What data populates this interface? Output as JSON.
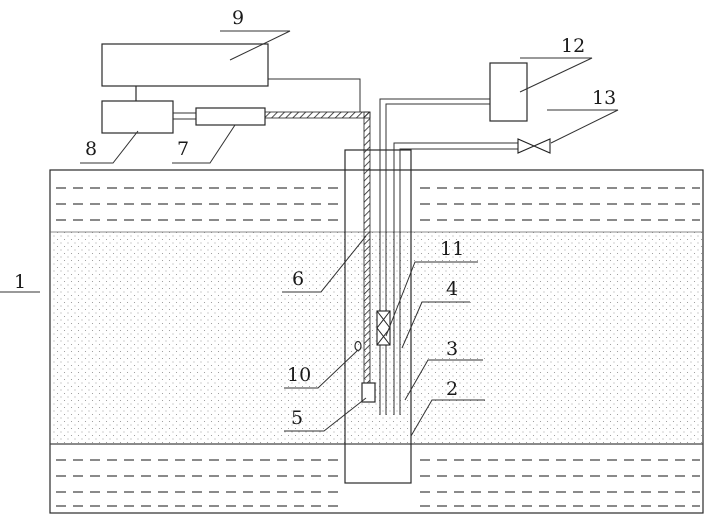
{
  "labels": {
    "l1": "1",
    "l2": "2",
    "l3": "3",
    "l4": "4",
    "l5": "5",
    "l6": "6",
    "l7": "7",
    "l8": "8",
    "l9": "9",
    "l10": "10",
    "l11": "11",
    "l12": "12",
    "l13": "13"
  },
  "colors": {
    "stroke": "#2a2a2a",
    "sand_dot": "#8a8a8a",
    "background": "#ffffff"
  }
}
